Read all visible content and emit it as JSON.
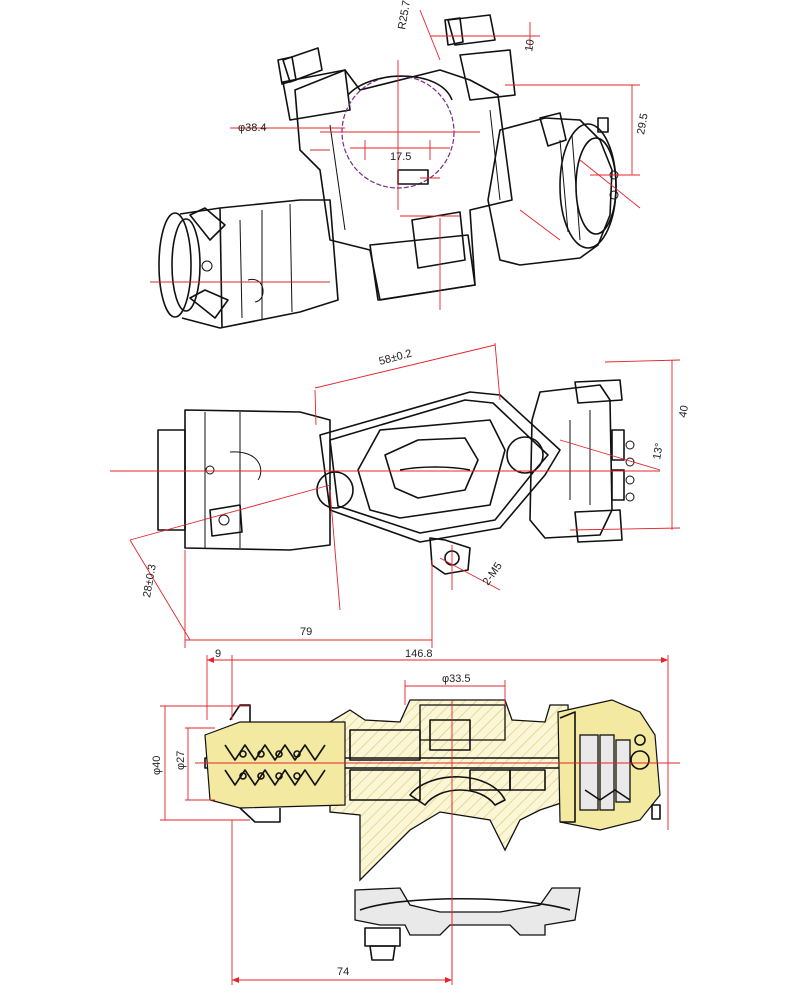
{
  "top_view": {
    "dims": {
      "bore": "R25.7",
      "offset": "10",
      "diameter": "φ38.4",
      "center": "17.5",
      "height": "29.5"
    }
  },
  "middle_view": {
    "dims": {
      "length": "58±0.2",
      "height": "40",
      "angle": "13°",
      "width": "28±0.3",
      "hole": "2-M5",
      "distance": "79"
    }
  },
  "section_view": {
    "dims": {
      "small": "9",
      "total": "146.8",
      "bore": "φ33.5",
      "outer": "φ40",
      "inner": "φ27",
      "base": "74"
    }
  }
}
